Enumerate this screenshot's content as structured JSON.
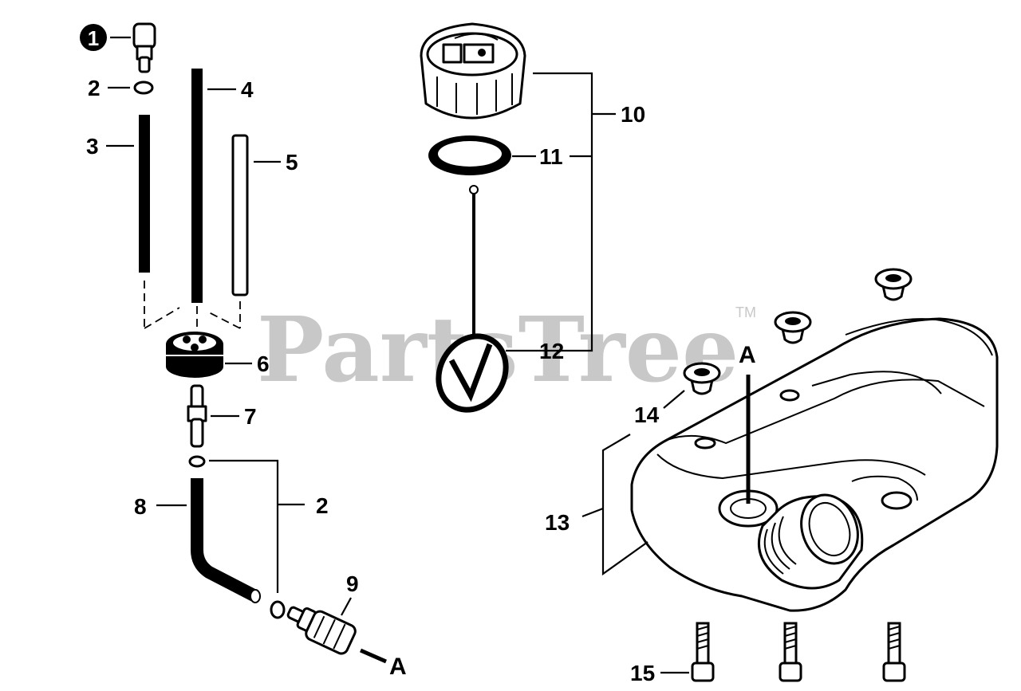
{
  "watermark": {
    "text": "PartsTree",
    "trademark": "TM"
  },
  "callouts": {
    "c1": "1",
    "c2a": "2",
    "c2b": "2",
    "c3": "3",
    "c4": "4",
    "c5": "5",
    "c6": "6",
    "c7": "7",
    "c8": "8",
    "c9": "9",
    "c10": "10",
    "c11": "11",
    "c12": "12",
    "c13": "13",
    "c14": "14",
    "c15": "15"
  },
  "markers": {
    "a_filter": "A",
    "a_tank": "A"
  }
}
